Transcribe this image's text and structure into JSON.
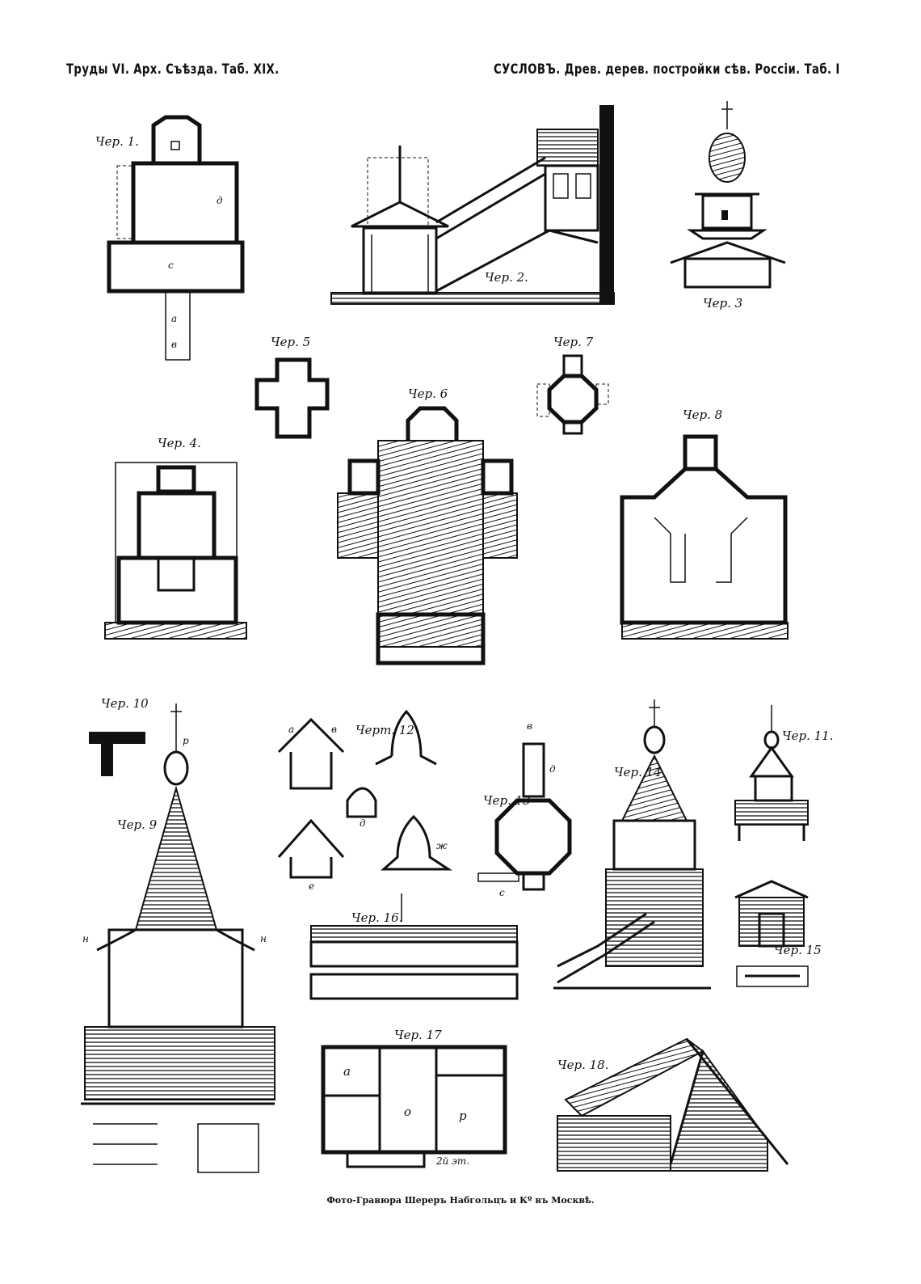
{
  "header": {
    "left": "Труды VI. Арх. Съѣзда. Таб. XIX.",
    "right": "СУСЛОВЪ. Древ. дерев. постройки сѣв. Россiи. Таб. I"
  },
  "figures": {
    "fig1": "Чер. 1.",
    "fig2": "Чер. 2.",
    "fig3": "Чер. 3",
    "fig4": "Чер. 4.",
    "fig5": "Чер. 5",
    "fig6": "Чер. 6",
    "fig7": "Чер. 7",
    "fig8": "Чер. 8",
    "fig9": "Чер. 9",
    "fig10": "Чер. 10",
    "fig11": "Чер. 11.",
    "fig12": "Черт. 12",
    "fig13": "Чер. 13",
    "fig14": "Чер. 14",
    "fig15": "Чер. 15",
    "fig16": "Чер. 16.",
    "fig17": "Чер. 17",
    "fig18": "Чер. 18."
  },
  "annotations": {
    "fig1_c": "с",
    "fig1_a": "а",
    "fig1_b": "в",
    "fig1_d": "д",
    "fig9_n_left": "н",
    "fig9_n_right": "н",
    "fig9_r": "р",
    "fig17_o": "о",
    "fig17_p": "р",
    "fig17_a": "а",
    "fig17_floor": "2й эт.",
    "fig12_a": "а",
    "fig12_v": "в",
    "fig12_d": "д",
    "fig12_e": "е",
    "fig12_zh": "ж",
    "fig13_v": "в",
    "fig13_d": "д",
    "fig13_c": "с"
  },
  "footer": "Фото-Гравюра Шереръ Набгольцъ и Кº въ Москвѣ."
}
